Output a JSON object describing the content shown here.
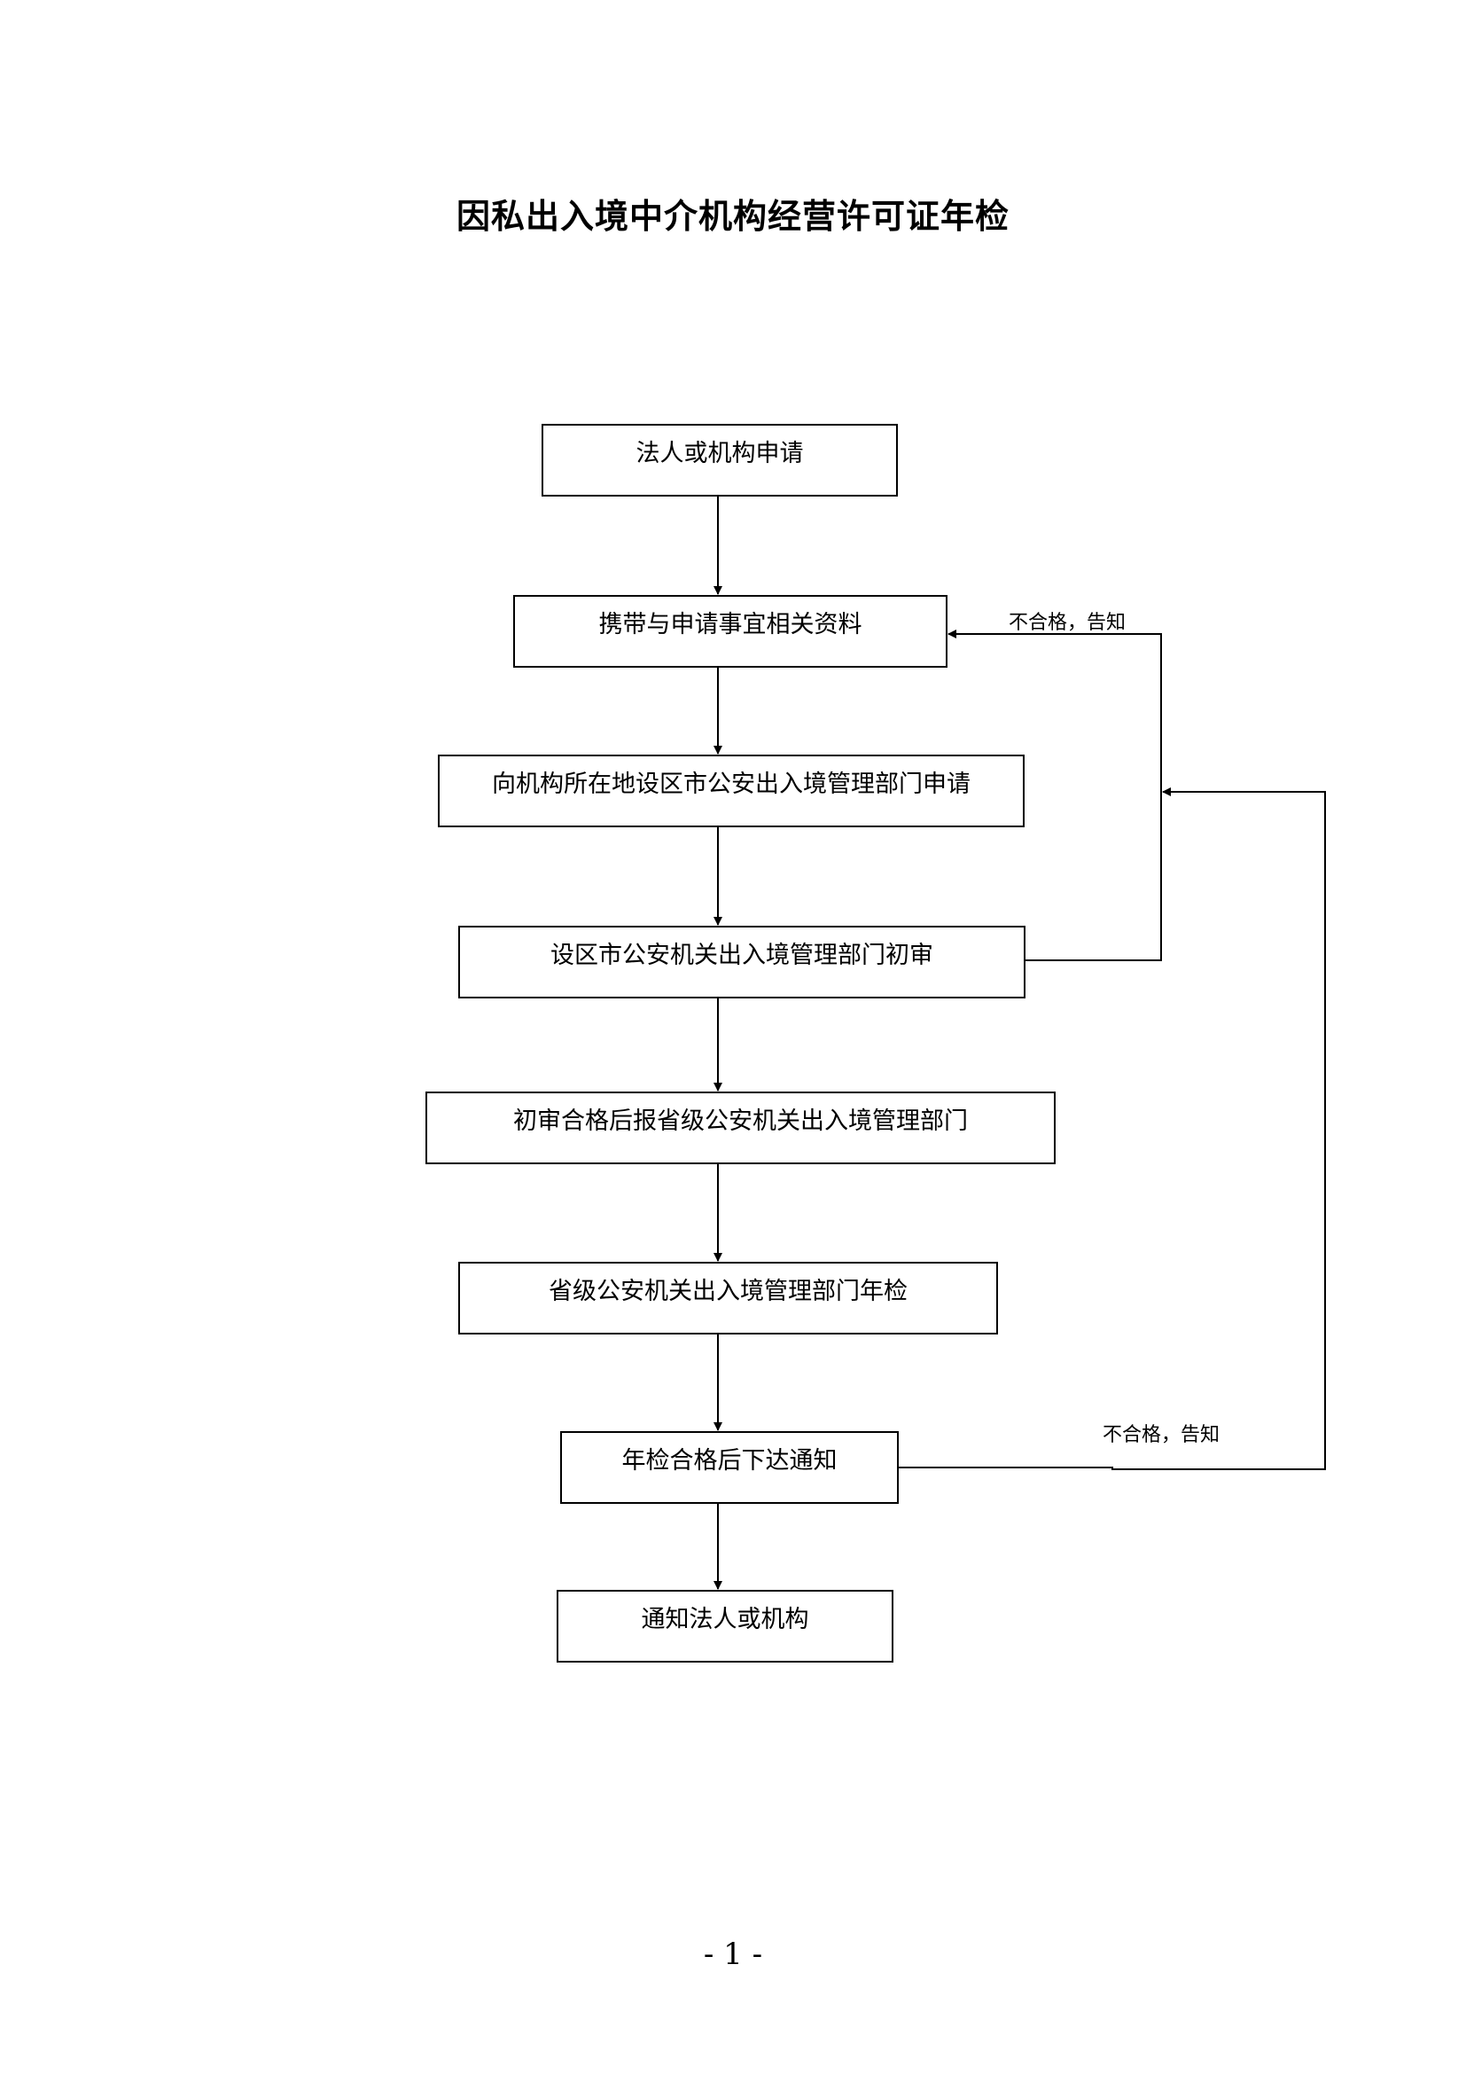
{
  "document": {
    "title": "因私出入境中介机构经营许可证年检",
    "page_number": "- 1 -"
  },
  "flowchart": {
    "steps": [
      {
        "label": "法人或机构申请"
      },
      {
        "label": "携带与申请事宜相关资料"
      },
      {
        "label": "向机构所在地设区市公安出入境管理部门申请"
      },
      {
        "label": "设区市公安机关出入境管理部门初审"
      },
      {
        "label": "初审合格后报省级公安机关出入境管理部门"
      },
      {
        "label": "省级公安机关出入境管理部门年检"
      },
      {
        "label": "年检合格后下达通知"
      },
      {
        "label": "通知法人或机构"
      }
    ],
    "feedback_notes": [
      {
        "label": "不合格，告知"
      },
      {
        "label": "不合格，告知"
      }
    ]
  },
  "colors": {
    "stroke": "#000000",
    "background": "#ffffff"
  }
}
